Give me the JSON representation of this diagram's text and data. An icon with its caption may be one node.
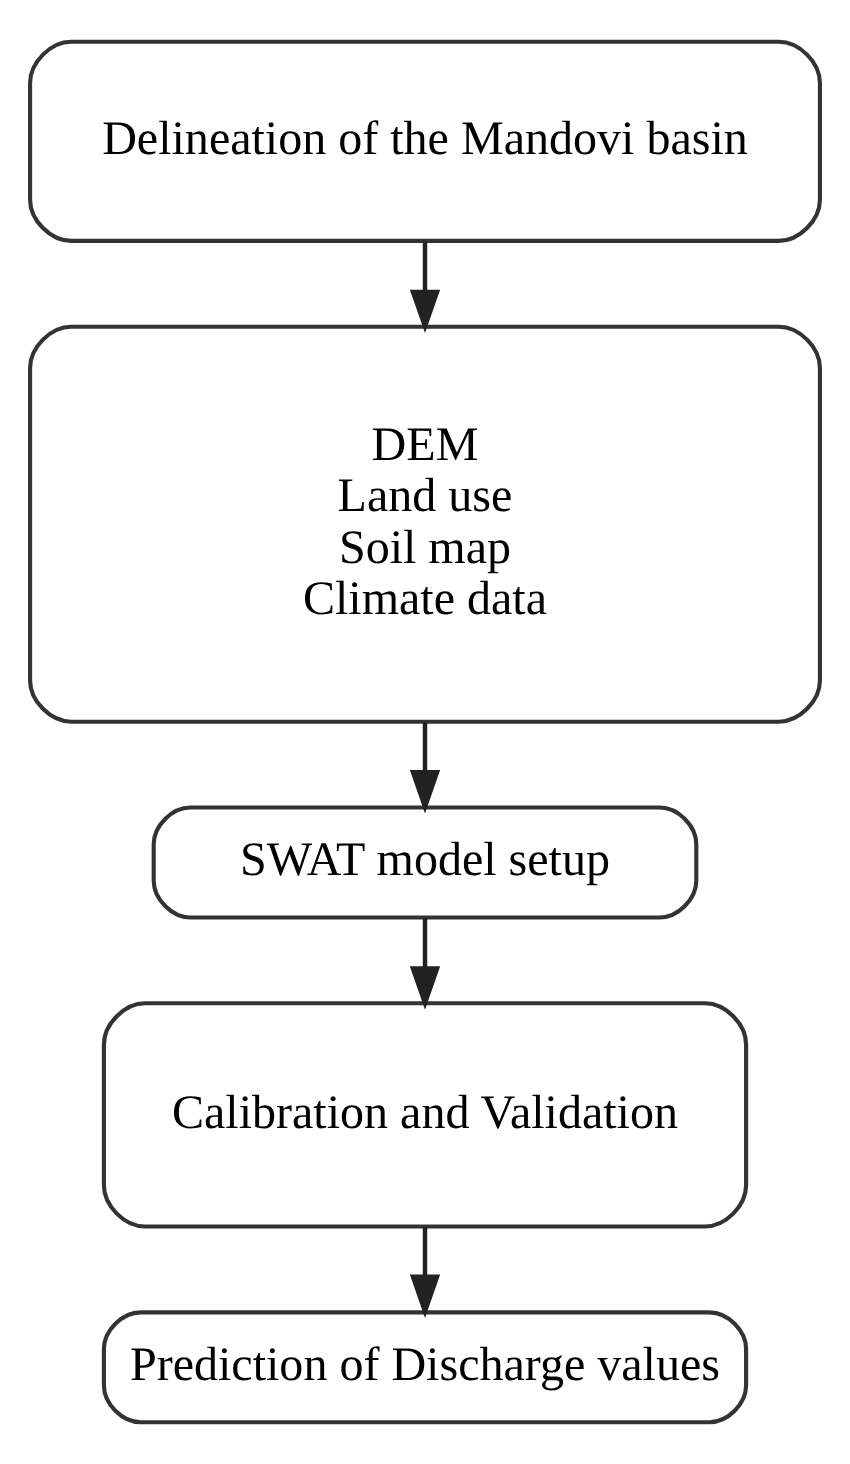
{
  "diagram": {
    "nodes": [
      {
        "text": [
          "Delineation of the Mandovi basin"
        ]
      },
      {
        "text": [
          "DEM",
          "Land use",
          "Soil map",
          "Climate data"
        ]
      },
      {
        "text": [
          "SWAT model setup"
        ]
      },
      {
        "text": [
          "Calibration and Validation"
        ]
      },
      {
        "text": [
          "Prediction of Discharge values"
        ]
      }
    ],
    "edges": [
      {
        "from": 0,
        "to": 1,
        "arrow": "to"
      },
      {
        "from": 1,
        "to": 2,
        "arrow": "to"
      },
      {
        "from": 2,
        "to": 3,
        "arrow": "to"
      },
      {
        "from": 3,
        "to": 4,
        "arrow": "to"
      }
    ]
  }
}
